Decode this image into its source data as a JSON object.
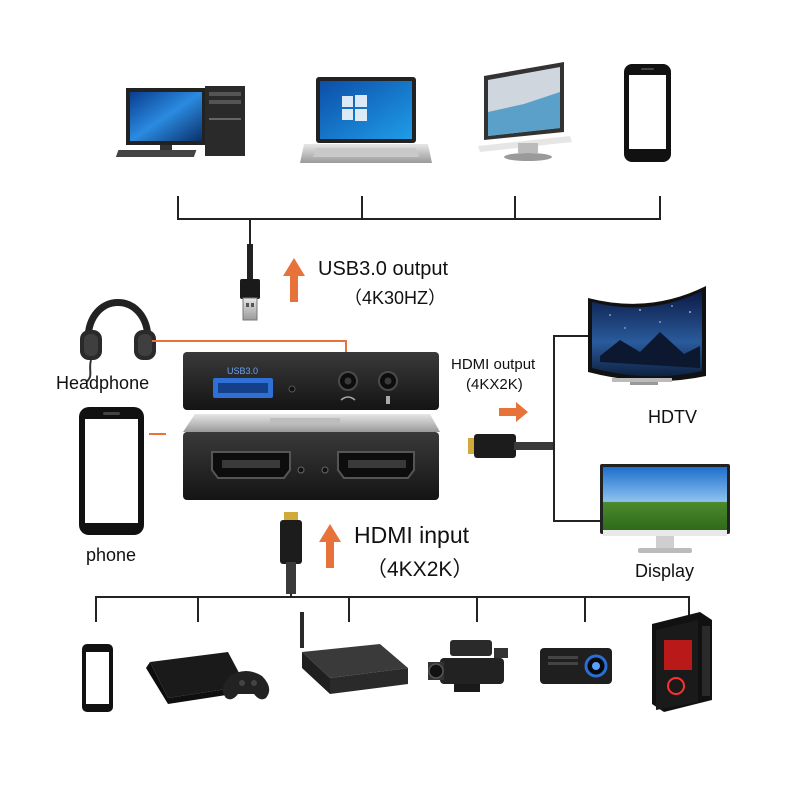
{
  "labels": {
    "usb_output": "USB3.0 output",
    "usb_output_spec": "（4K30HZ）",
    "hdmi_output": "HDMI output",
    "hdmi_output_spec": "(4KX2K)",
    "hdmi_input": "HDMI input",
    "hdmi_input_spec": "（4KX2K）",
    "headphone": "Headphone",
    "phone": "phone",
    "hdtv": "HDTV",
    "display": "Display",
    "usb_port": "USB3.0"
  },
  "colors": {
    "arrow": "#e8733a",
    "line": "#222222",
    "device_body": "#1c1c1c",
    "usb_port": "#2f6fd6"
  },
  "icons": {
    "top_devices": [
      "desktop-computer-icon",
      "laptop-icon",
      "monitor-icon",
      "smartphone-icon"
    ],
    "bottom_devices": [
      "smartphone-icon",
      "game-console-icon",
      "set-top-box-icon",
      "video-camera-icon",
      "projector-icon",
      "gaming-pc-icon"
    ],
    "left_devices": [
      "headphone-icon",
      "smartphone-icon"
    ],
    "right_devices": [
      "tv-icon",
      "monitor-icon"
    ]
  }
}
